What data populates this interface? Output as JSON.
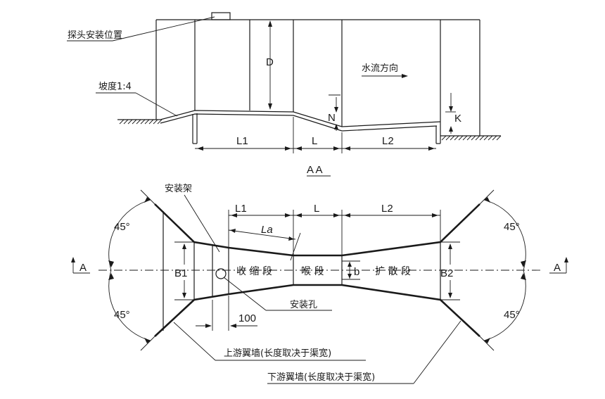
{
  "elevation": {
    "probe_position": "探头安装位置",
    "slope": "坡度1:4",
    "flow_direction": "水流方向",
    "dim_D": "D",
    "dim_N": "N",
    "dim_K": "K",
    "dim_L1": "L1",
    "dim_L": "L",
    "dim_L2": "L2"
  },
  "section_label": "A A",
  "plan": {
    "mount_frame": "安装架",
    "dim_L1": "L1",
    "dim_L": "L",
    "dim_L2": "L2",
    "dim_La": "La",
    "angle_tl": "45°",
    "angle_bl": "45°",
    "angle_tr": "45°",
    "angle_br": "45°",
    "section_mark_left": "A",
    "section_mark_right": "A",
    "dim_B1": "B1",
    "dim_B2": "B2",
    "dim_b": "b",
    "converging_section": "收 缩 段",
    "throat_section": "喉 段",
    "diverging_section": "扩 散 段",
    "mount_hole": "安装孔",
    "dim_100": "100",
    "upstream_wing_wall": "上游翼墙(长度取决于渠宽)",
    "downstream_wing_wall": "下游翼墙(长度取决于渠宽)"
  }
}
